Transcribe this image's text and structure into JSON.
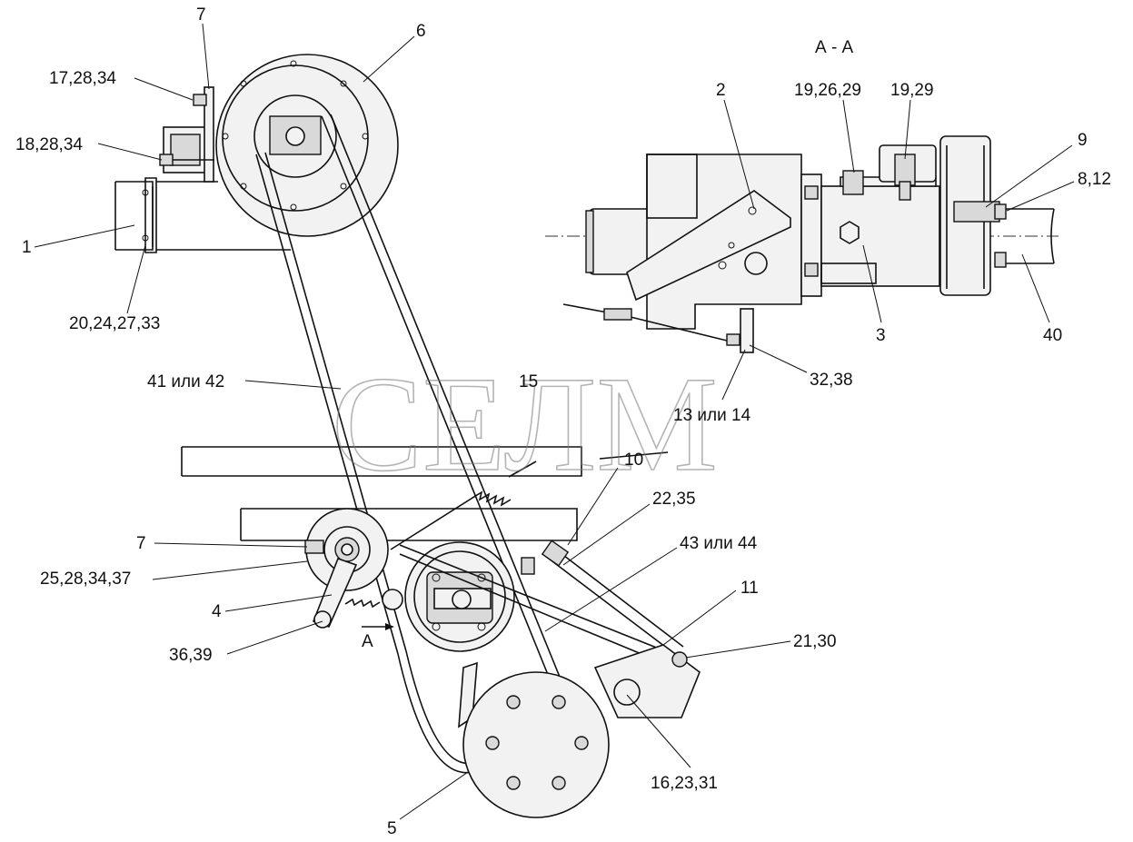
{
  "section_title": "А - А",
  "watermark": "СЕЛМ",
  "view_arrow_label": "А",
  "callouts": {
    "c7_top": "7",
    "c6": "6",
    "c17_28_34": "17,28,34",
    "c18_28_34": "18,28,34",
    "c1": "1",
    "c20_24_27_33": "20,24,27,33",
    "c41_42": "41 или 42",
    "c15": "15",
    "c10": "10",
    "c22_35": "22,35",
    "c43_44": "43 или 44",
    "c7_mid": "7",
    "c25_28_34_37": "25,28,34,37",
    "c4": "4",
    "c36_39": "36,39",
    "c11": "11",
    "c21_30": "21,30",
    "c16_23_31": "16,23,31",
    "c5": "5",
    "c2": "2",
    "c19_26_29": "19,26,29",
    "c19_29": "19,29",
    "c9": "9",
    "c8_12": "8,12",
    "c3": "3",
    "c40": "40",
    "c32_38": "32,38",
    "c13_14": "13 или 14"
  },
  "colors": {
    "line": "#111111",
    "fill_light": "#f2f2f2",
    "fill_mid": "#d9d9d9",
    "watermark": "#777777"
  }
}
